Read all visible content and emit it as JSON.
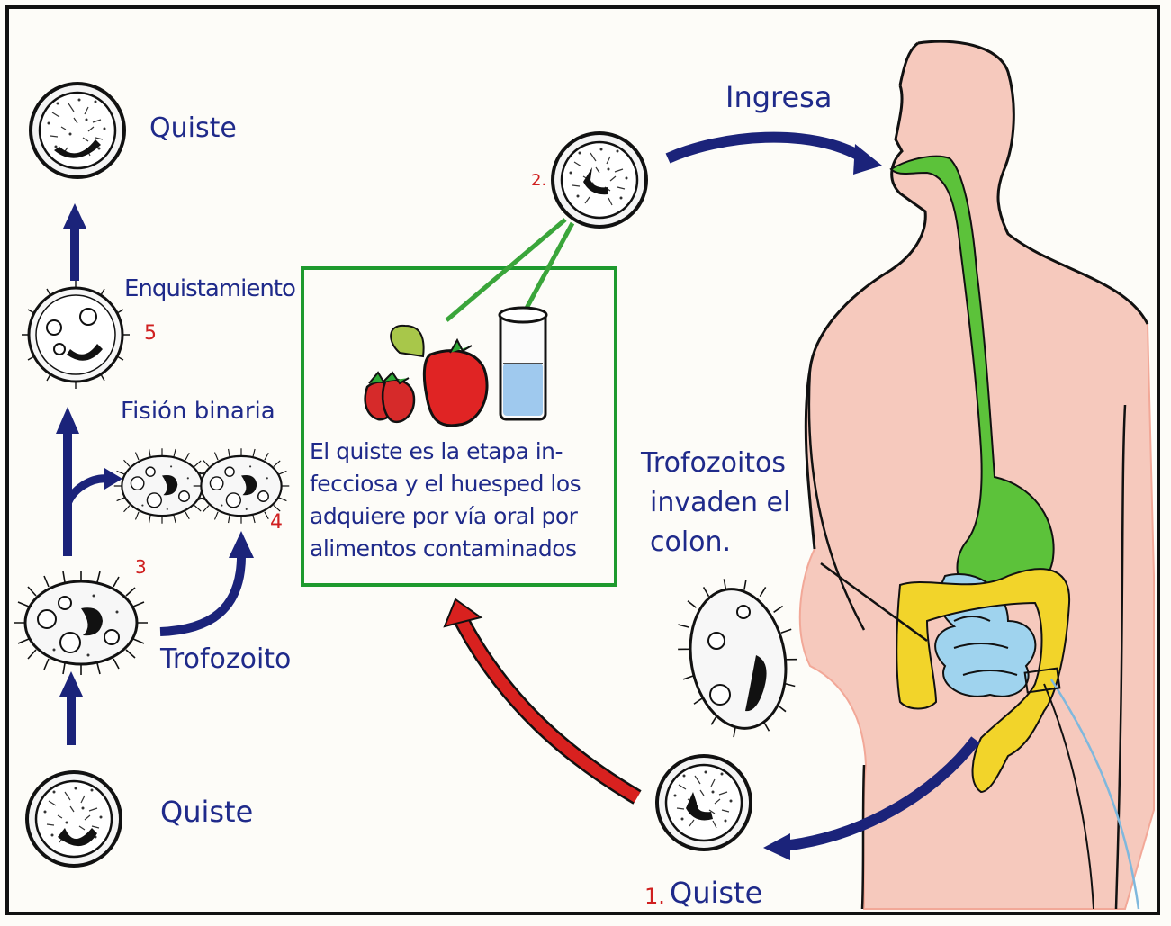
{
  "labels": {
    "quiste_top": "Quiste",
    "enquistamiento": "Enquistamiento",
    "fision_binaria": "Fisión binaria",
    "trofozoito": "Trofozoito",
    "quiste_bottom": "Quiste",
    "ingresa": "Ingresa",
    "trofozoitos_invaden": [
      "Trofozoitos",
      "invaden el",
      "colon."
    ],
    "quiste_1": "Quiste"
  },
  "numbers": {
    "n1": "1.",
    "n2": "2.",
    "n3": "3",
    "n4": "4",
    "n5": "5"
  },
  "info_box": {
    "lines": [
      "El quiste es la etapa in-",
      "fecciosa y el huesped los",
      "adquiere por vía oral por",
      "alimentos contaminados"
    ]
  },
  "colors": {
    "arrow_blue": "#1b237a",
    "arrow_red": "#d8211f",
    "box_border": "#1e9a2e",
    "body_skin": "#f6c9bd",
    "esophagus_stomach": "#5cc23a",
    "large_intestine": "#f2d42a",
    "small_intestine": "#9fd3ee"
  }
}
